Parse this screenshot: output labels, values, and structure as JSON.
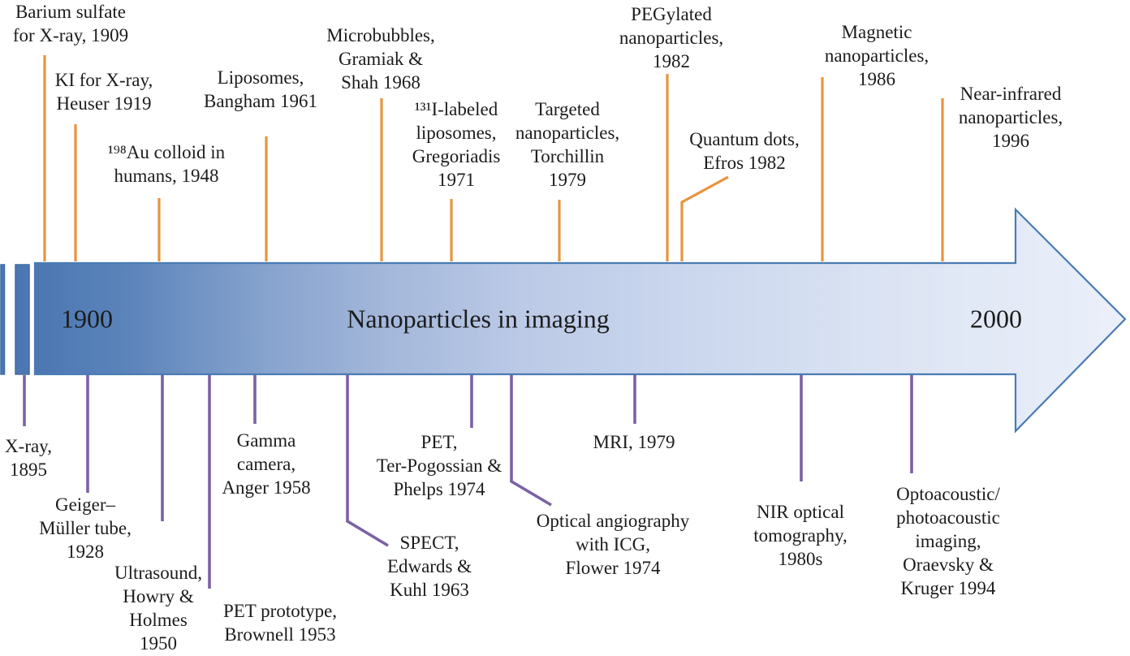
{
  "timeline": {
    "title": "Nanoparticles in imaging",
    "start_year": "1900",
    "end_year": "2000"
  },
  "events_top": [
    {
      "id": "barium-sulfate-xray",
      "label": "Barium sulfate\nfor X-ray, 1909"
    },
    {
      "id": "ki-xray-heuser",
      "label": "KI for X-ray,\nHeuser 1919"
    },
    {
      "id": "au198-colloid",
      "label": "¹⁹⁸Au colloid in\nhumans, 1948"
    },
    {
      "id": "liposomes-bangham",
      "label": "Liposomes,\nBangham 1961"
    },
    {
      "id": "microbubbles-gramiak-shah",
      "label": "Microbubbles,\nGramiak &\nShah 1968"
    },
    {
      "id": "i131-labeled-liposomes",
      "label": "¹³¹I-labeled\nliposomes,\nGregoriadis\n1971"
    },
    {
      "id": "targeted-nanoparticles-torchillin",
      "label": "Targeted\nnanoparticles,\nTorchillin\n1979"
    },
    {
      "id": "pegylated-nanoparticles",
      "label": "PEGylated\nnanoparticles,\n1982"
    },
    {
      "id": "quantum-dots-efros",
      "label": "Quantum dots,\nEfros 1982"
    },
    {
      "id": "magnetic-nanoparticles",
      "label": "Magnetic\nnanoparticles,\n1986"
    },
    {
      "id": "near-infrared-nanoparticles",
      "label": "Near-infrared\nnanoparticles,\n1996"
    }
  ],
  "events_bottom": [
    {
      "id": "xray-1895",
      "label": "X-ray,\n1895"
    },
    {
      "id": "geiger-muller-tube",
      "label": "Geiger–\nMüller tube,\n1928"
    },
    {
      "id": "ultrasound-howry-holmes",
      "label": "Ultrasound,\nHowry &\nHolmes\n1950"
    },
    {
      "id": "pet-prototype-brownell",
      "label": "PET prototype,\nBrownell 1953"
    },
    {
      "id": "gamma-camera-anger",
      "label": "Gamma\ncamera,\nAnger 1958"
    },
    {
      "id": "spect-edwards-kuhl",
      "label": "SPECT,\nEdwards &\nKuhl 1963"
    },
    {
      "id": "pet-ter-pogossian-phelps",
      "label": "PET,\nTer-Pogossian &\nPhelps 1974"
    },
    {
      "id": "optical-angiography-icg-flower",
      "label": "Optical angiography\nwith ICG,\nFlower 1974"
    },
    {
      "id": "mri-1979",
      "label": "MRI, 1979"
    },
    {
      "id": "nir-optical-tomography",
      "label": "NIR optical\ntomography,\n1980s"
    },
    {
      "id": "optoacoustic-photoacoustic",
      "label": "Optoacoustic/\nphotoacoustic\nimaging,\nOraevsky &\nKruger 1994"
    }
  ],
  "colors": {
    "event_tick_top": "#E8943E",
    "event_tick_bottom": "#7B61A5",
    "arrow_outline": "#4A7BB4",
    "arrow_gradient_start": "#4C77B2",
    "arrow_gradient_end": "#EBF0FA",
    "text": "#1C1C1C",
    "background": "#FFFFFF"
  }
}
